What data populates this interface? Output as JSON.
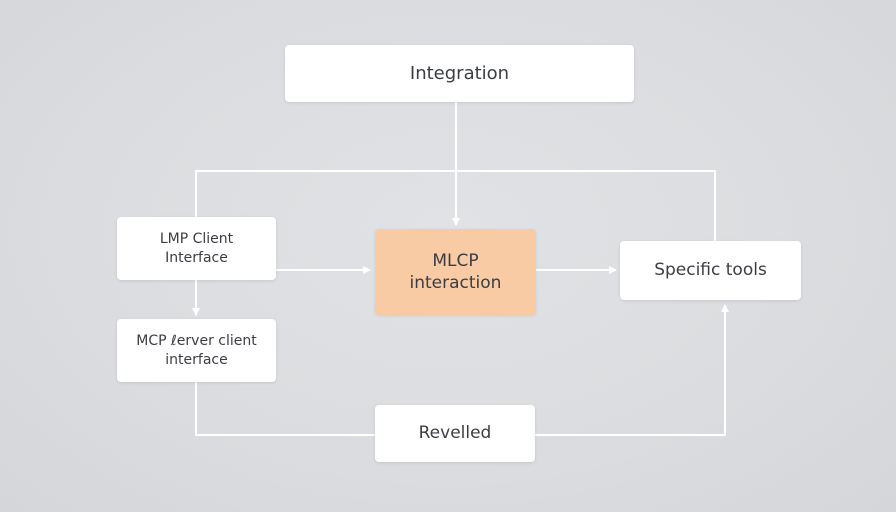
{
  "diagram": {
    "nodes": {
      "integration": {
        "label": "Integration"
      },
      "lmp_client": {
        "label": "LMP Client\nInterface"
      },
      "mcp_server_client": {
        "label": "MCP ℓerver client\ninterface"
      },
      "mlcp": {
        "label": "MLCP\ninteraction",
        "fill": "#f8cba5"
      },
      "specific_tools": {
        "label": "Specific tools"
      },
      "revelled": {
        "label": "Revelled"
      }
    },
    "edges": [
      {
        "from": "integration",
        "to": "mlcp"
      },
      {
        "from": "lmp_client",
        "to": "mlcp"
      },
      {
        "from": "lmp_client",
        "to": "mcp_server_client"
      },
      {
        "from": "mlcp",
        "to": "specific_tools"
      },
      {
        "from": "mcp_server_client",
        "to": "specific_tools",
        "via": "revelled"
      },
      {
        "from": "lmp_client",
        "to": "specific_tools",
        "undirected": true
      }
    ],
    "colors": {
      "background": "#dcdee1",
      "node": "#ffffff",
      "highlight": "#f8cba5",
      "connector": "#ffffff",
      "text": "#3a3d42"
    }
  }
}
